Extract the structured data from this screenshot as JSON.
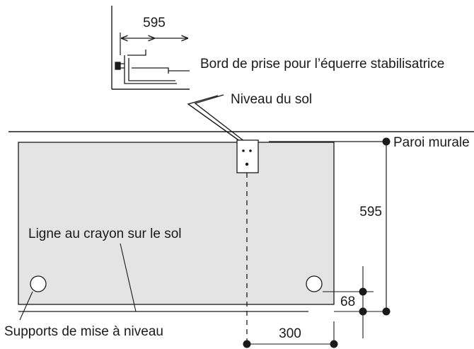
{
  "labels": {
    "stabilizer_edge": "Bord de prise pour l’équerre stabilisatrice",
    "floor_level": "Niveau du sol",
    "wall": "Paroi murale",
    "pencil_line": "Ligne au crayon sur le sol",
    "leveling_feet": "Supports de mise à niveau"
  },
  "dimensions": {
    "inset_width": "595",
    "depth": "595",
    "foot_offset": "68",
    "foot_from_center": "300"
  },
  "colors": {
    "appliance_fill": "#e4e4e4",
    "stroke": "#1a1a1a"
  }
}
